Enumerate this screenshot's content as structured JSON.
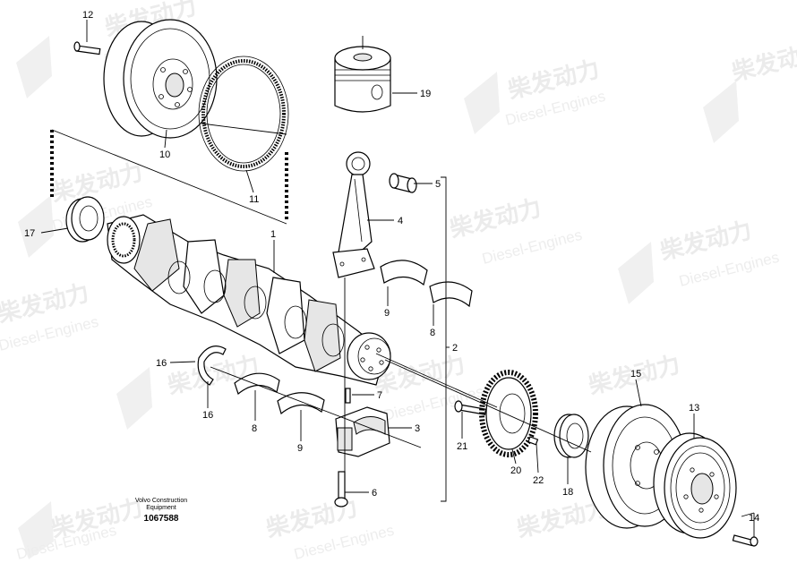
{
  "watermark": {
    "cn": "柴发动力",
    "en": "Diesel-Engines"
  },
  "caption": {
    "line1": "Volvo Construction",
    "line2": "Equipment",
    "doc_number": "1067588"
  },
  "callouts": [
    "12",
    "10",
    "11",
    "19",
    "5",
    "4",
    "17",
    "1",
    "9",
    "8",
    "2",
    "16",
    "16",
    "8",
    "9",
    "7",
    "3",
    "6",
    "21",
    "20",
    "22",
    "18",
    "15",
    "13",
    "14"
  ]
}
